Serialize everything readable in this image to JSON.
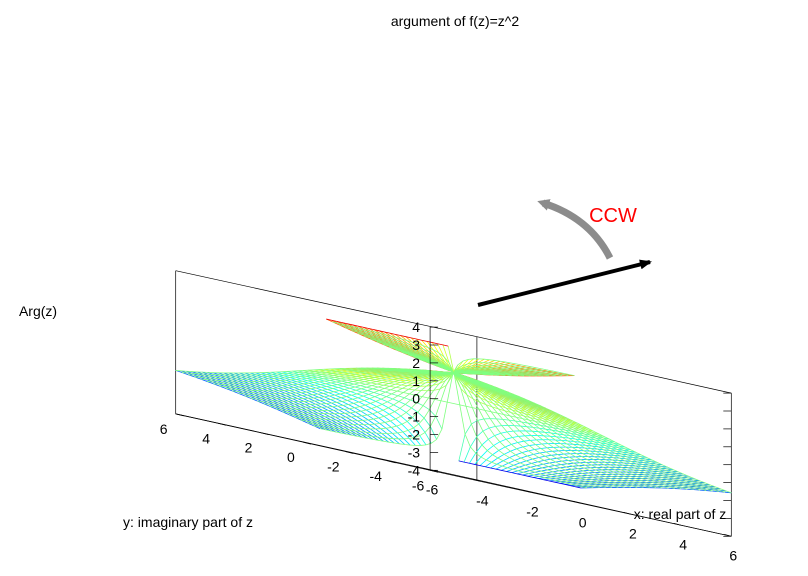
{
  "chart_data": {
    "type": "surface3d",
    "title": "argument of f(z)=z^2",
    "xlabel": "x: real part of z",
    "ylabel": "y: imaginary part of z",
    "zlabel": "Arg(z)",
    "xlim": [
      -6,
      6
    ],
    "ylim": [
      -6,
      6
    ],
    "zlim": [
      -4,
      4
    ],
    "x_ticks": [
      "-6",
      "-4",
      "-2",
      "0",
      "2",
      "4",
      "6"
    ],
    "y_ticks": [
      "-6",
      "-4",
      "-2",
      "0",
      "2",
      "4",
      "6"
    ],
    "z_ticks": [
      "-4",
      "-3",
      "-2",
      "-1",
      "0",
      "1",
      "2",
      "3",
      "4"
    ],
    "colormap": "jet",
    "annotation": "CCW",
    "annotation_color": "#ff0000",
    "function": "arg(z^2)"
  }
}
